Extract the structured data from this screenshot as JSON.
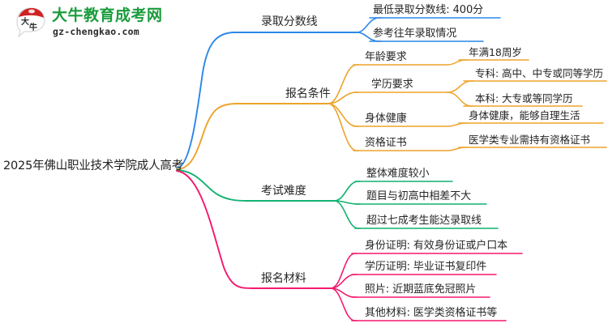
{
  "logo": {
    "mark_name": "daniu-bull-logo-icon",
    "title_cn": "大牛教育成考网",
    "domain": "gz-chengkao.com",
    "brand_green": "#1a9c3c",
    "brand_red": "#cf2222"
  },
  "mindmap": {
    "root": {
      "label": "2025年佛山职业技术学院成人高考"
    },
    "branches": [
      {
        "label": "录取分数线",
        "color": "#2a87e8",
        "children": [
          {
            "label": "最低录取分数线: 400分",
            "children": []
          },
          {
            "label": "参考往年录取情况",
            "children": []
          }
        ]
      },
      {
        "label": "报名条件",
        "color": "#eda32a",
        "children": [
          {
            "label": "年龄要求",
            "children": [
              {
                "label": "年满18周岁"
              }
            ]
          },
          {
            "label": "学历要求",
            "children": [
              {
                "label": "专科: 高中、中专或同等学历"
              },
              {
                "label": "本科: 大专或等同学历"
              }
            ]
          },
          {
            "label": "身体健康",
            "children": [
              {
                "label": "身体健康，能够自理生活"
              }
            ]
          },
          {
            "label": "资格证书",
            "children": [
              {
                "label": "医学类专业需持有资格证书"
              }
            ]
          }
        ]
      },
      {
        "label": "考试难度",
        "color": "#11b271",
        "children": [
          {
            "label": "整体难度较小",
            "children": []
          },
          {
            "label": "题目与初高中相差不大",
            "children": []
          },
          {
            "label": "超过七成考生能达录取线",
            "children": []
          }
        ]
      },
      {
        "label": "报名材料",
        "color": "#f4186d",
        "children": [
          {
            "label": "身份证明: 有效身份证或户口本",
            "children": []
          },
          {
            "label": "学历证明: 毕业证书复印件",
            "children": []
          },
          {
            "label": "照片: 近期蓝底免冠照片",
            "children": []
          },
          {
            "label": "其他材料: 医学类资格证书等",
            "children": []
          }
        ]
      }
    ]
  }
}
